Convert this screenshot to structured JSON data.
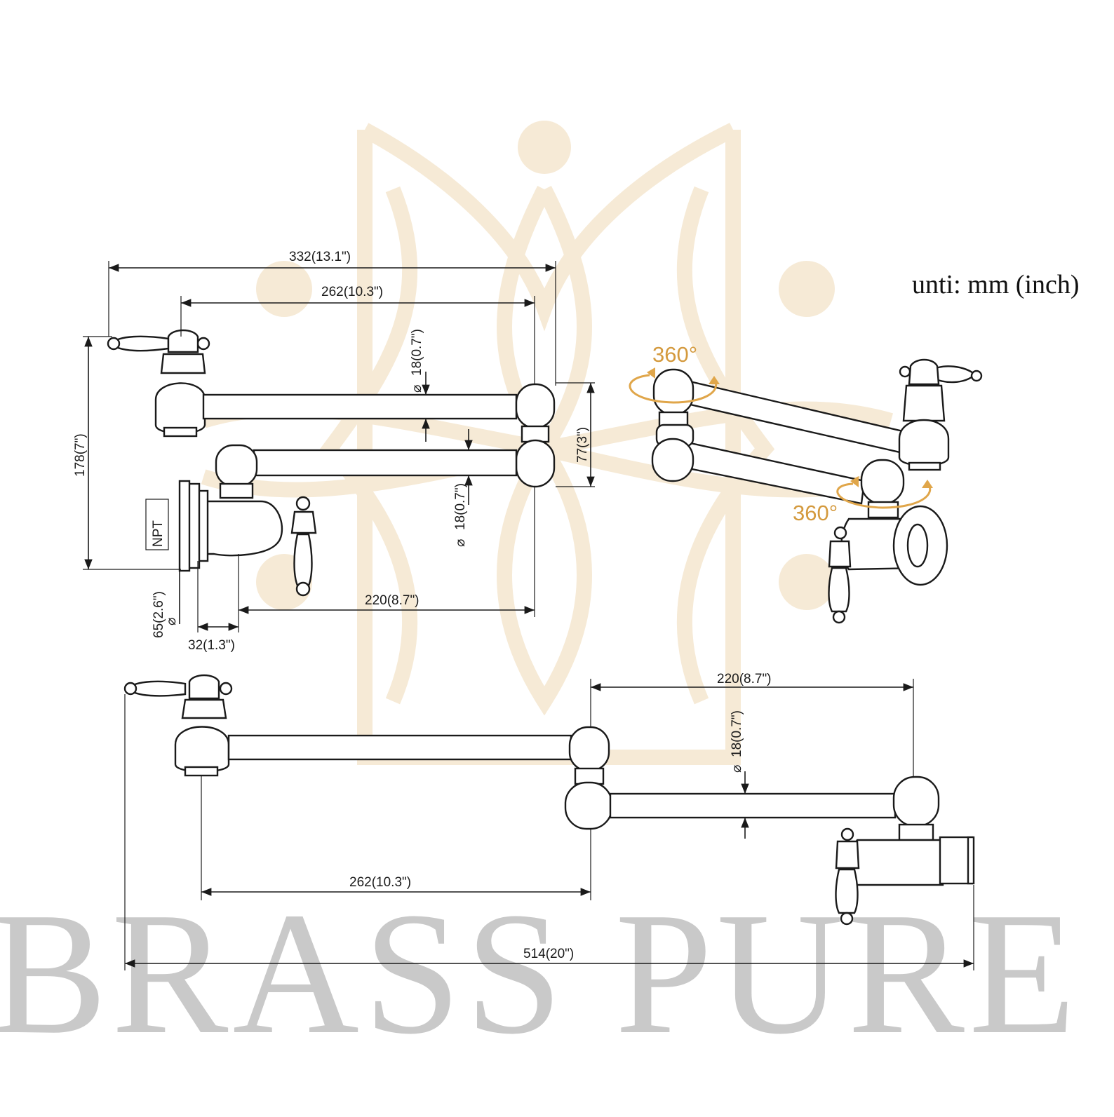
{
  "units_note": "unti: mm (inch)",
  "brand_watermark": "BRASS PURE",
  "rotation_label_top": "360°",
  "rotation_label_bottom": "360°",
  "npt_label": "NPT",
  "diameter_symbol": "⌀",
  "dimensions": {
    "folded_total_length": "332(13.1\")",
    "folded_arm_length": "262(10.3\")",
    "folded_lower_arm_length": "220(8.7\")",
    "height": "178(7\")",
    "arm_spacing": "77(3\")",
    "upper_tube_diameter": "18(0.7\")",
    "lower_tube_diameter": "18(0.7\")",
    "flange_diameter": "65(2.6\")",
    "inlet_length": "32(1.3\")",
    "extended_lower_arm_length": "220(8.7\")",
    "extended_tube_diameter": "18(0.7\")",
    "extended_upper_arm_length": "262(10.3\")",
    "extended_total_length": "514(20\")"
  },
  "colors": {
    "line": "#1a1a1a",
    "watermark_logo": "#f6ead6",
    "brand_text": "#c9c9c9",
    "rotation_accent": "#e0a64a"
  }
}
